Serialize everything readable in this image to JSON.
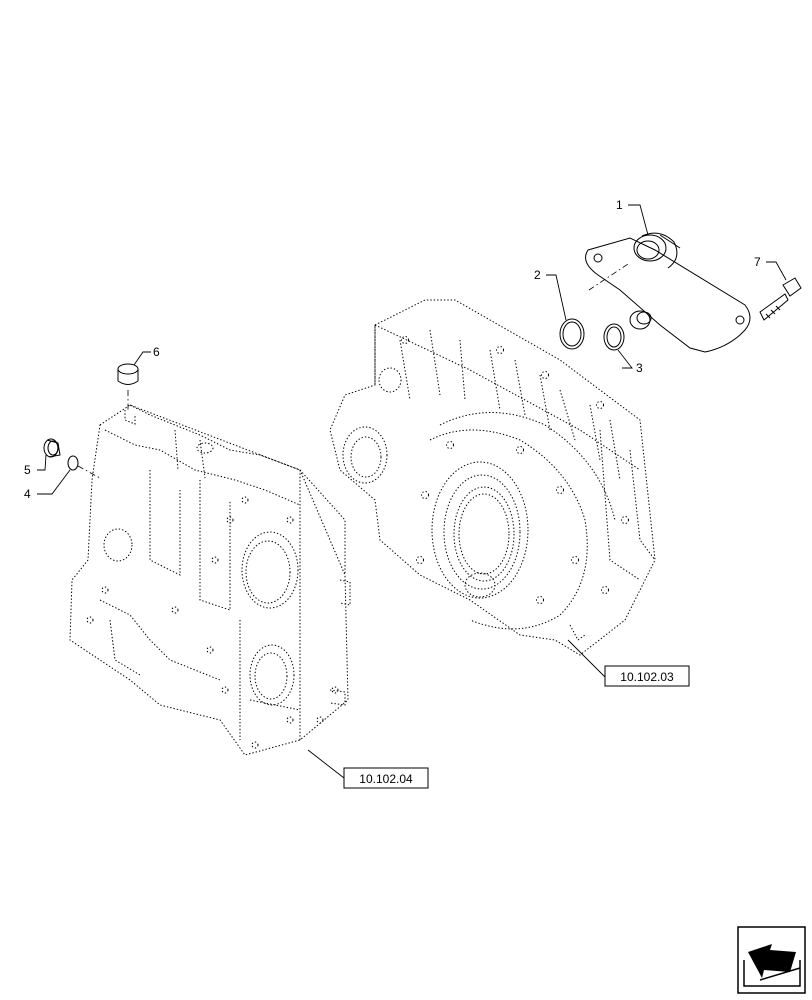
{
  "callouts": [
    {
      "id": "1",
      "label": "1"
    },
    {
      "id": "2",
      "label": "2"
    },
    {
      "id": "3",
      "label": "3"
    },
    {
      "id": "4",
      "label": "4"
    },
    {
      "id": "5",
      "label": "5"
    },
    {
      "id": "6",
      "label": "6"
    },
    {
      "id": "7",
      "label": "7"
    }
  ],
  "references": [
    {
      "id": "ref_a",
      "label": "10.102.03"
    },
    {
      "id": "ref_b",
      "label": "10.102.04"
    }
  ],
  "nav": {
    "icon": "page-turn-arrow-icon"
  }
}
